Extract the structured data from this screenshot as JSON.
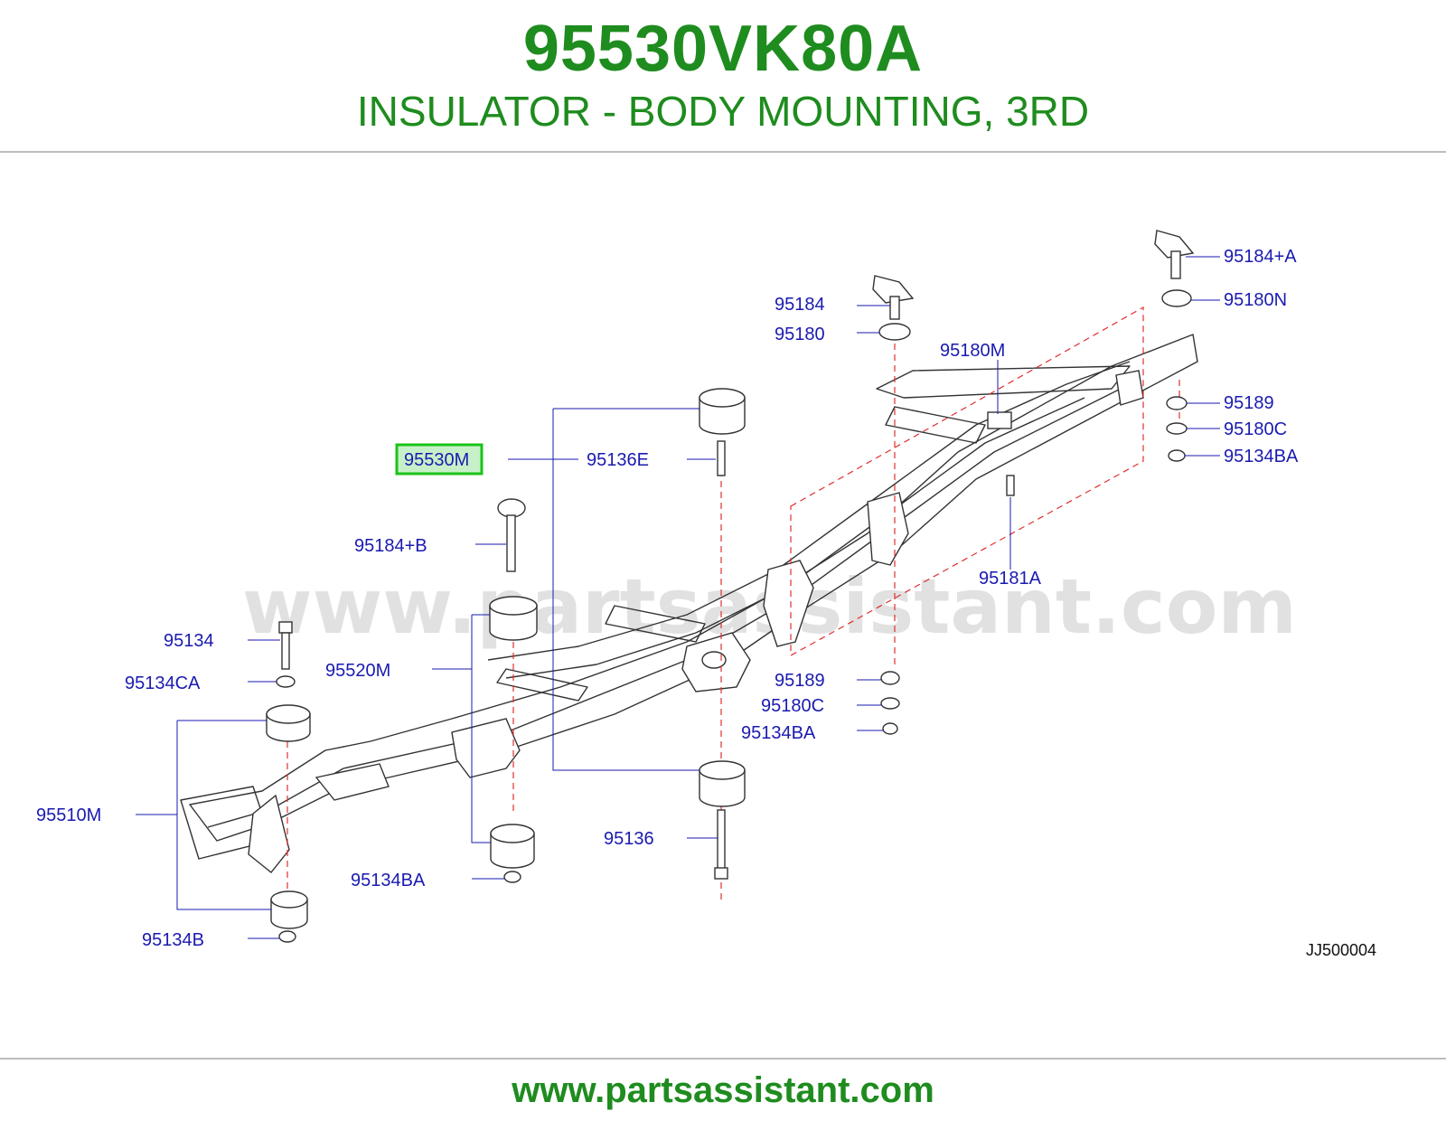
{
  "header": {
    "part_number": "95530VK80A",
    "description": "INSULATOR - BODY MOUNTING, 3RD"
  },
  "diagram": {
    "watermark": "www.partsassistant.com",
    "code": "JJ500004",
    "highlighted_label": "95530M",
    "labels": {
      "l95184_a": "95184+A",
      "l95180n": "95180N",
      "l95184": "95184",
      "l95180": "95180",
      "l95180m": "95180M",
      "l95189_r": "95189",
      "l95180c_r": "95180C",
      "l95134ba_r": "95134BA",
      "l95136e": "95136E",
      "l95181a": "95181A",
      "l95184_b": "95184+B",
      "l95134": "95134",
      "l95134ca": "95134CA",
      "l95520m": "95520M",
      "l95189_m": "95189",
      "l95180c_m": "95180C",
      "l95134ba_m": "95134BA",
      "l95510m": "95510M",
      "l95136": "95136",
      "l95134ba_l": "95134BA",
      "l95134b": "95134B"
    }
  },
  "footer": {
    "url": "www.partsassistant.com"
  },
  "colors": {
    "title_green": "#1e8c1e",
    "label_blue": "#1a1ab0",
    "highlight_green": "#19c319",
    "highlight_fill": "#c8f0c8",
    "dash_red": "#e03030"
  }
}
